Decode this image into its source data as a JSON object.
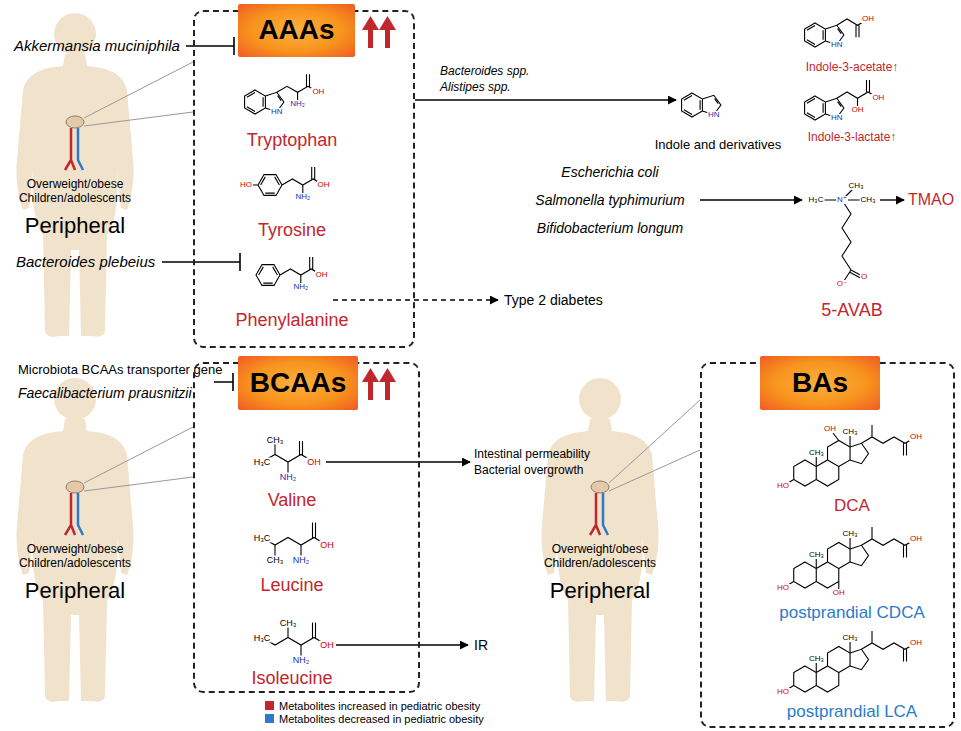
{
  "diagram": {
    "nodes": [
      {
        "text": [
          "Tryptophan",
          "Tyrosine",
          "Phenylalanine"
        ]
      },
      {
        "text": [
          "AAAs"
        ],
        "in": 0
      },
      {
        "text": [
          "Valine",
          "Leucine",
          "Isoleucine"
        ]
      },
      {
        "text": [
          "BCAAs"
        ],
        "in": 2
      },
      {
        "text": [
          "DCA",
          "postprandial CDCA",
          "postprandial LCA"
        ]
      },
      {
        "text": [
          "BAs"
        ],
        "in": 4
      }
    ],
    "labels": [
      "Akkermansia muciniphila",
      "Overweight/obese Children/adolescents",
      "Peripheral",
      "Bacteroides plebeius",
      "HN",
      "NH₂",
      "OH",
      "HO",
      "NH₂",
      "OH",
      "NH₂",
      "OH",
      "Bacteroides spp.",
      "Alistipes spp.",
      "HN",
      "Indole and derivatives",
      "HN",
      "OH",
      "Indole-3-acetate↑",
      "HN",
      "OH",
      "OH",
      "Indole-3-lactate↑",
      "Type 2 diabetes",
      "Escherichia coli",
      "Salmonella typhimurium",
      "Bifidobacterium longum",
      "H₃C",
      "N⁺",
      "CH₃",
      "CH₃",
      "O⁻",
      "O",
      "5-AVAB",
      "TMAO",
      "Microbiota BCAAs transporter gene",
      "Faecalibacterium prausnitzii",
      "Overweight/obese Children/adolescents",
      "Peripheral",
      "CH₃",
      "H₃C",
      "OH",
      "NH₂",
      "Intestinal permeability",
      "Bacterial overgrowth",
      "H₃C",
      "CH₃",
      "NH₂",
      "OH",
      "CH₃",
      "H₃C",
      "NH₂",
      "OH",
      "IR",
      "Overweight/obese Children/adolescents",
      "Peripheral",
      "OH",
      "CH₃",
      "CH₃",
      "OH",
      "HO",
      "CH₃",
      "OH",
      "CH₃",
      "HO",
      "OH",
      "CH₃",
      "OH",
      "CH₃",
      "HO"
    ],
    "legend": [
      {
        "text": "Metabolites increased in pediatric obesity",
        "color": "#c1272d"
      },
      {
        "text": "Metabolites decreased in pediatric obesity",
        "color": "#2b7bca"
      }
    ]
  }
}
